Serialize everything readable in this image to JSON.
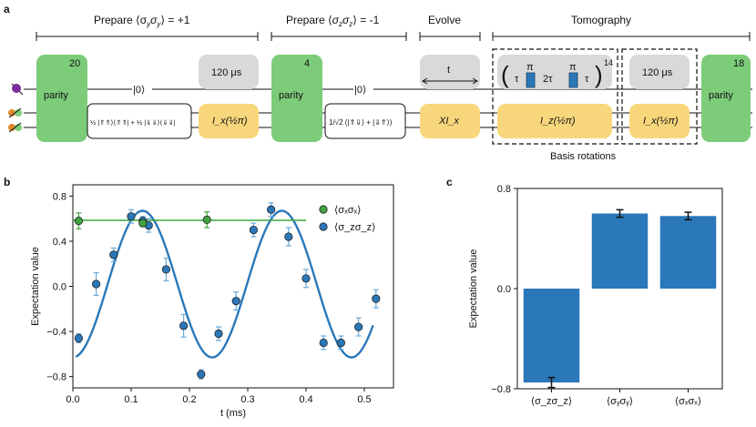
{
  "panel_labels": {
    "a": "a",
    "b": "b",
    "c": "c"
  },
  "sections": {
    "prepare_yy": "Prepare ⟨σᵧσᵧ⟩ = +1",
    "prepare_zz": "Prepare ⟨σ_zσ_z⟩ = -1",
    "evolve": "Evolve",
    "tomography": "Tomography"
  },
  "circuit": {
    "parity_label": "parity",
    "parity_counts": [
      "20",
      "4",
      "18"
    ],
    "ket0": "|0⟩",
    "wait_120": "120 μs",
    "evolve_t": "t",
    "rot_ix": "I_x(½π)",
    "xi_x": "XI_x",
    "iz_rot": "I_z(½π)",
    "ix_rot": "I_x(½π)",
    "prep_state_1": "½ |⇑⇑⟩⟨⇑⇑| + ½ |⇓⇓⟩⟨⇓⇓|",
    "prep_state_2": "1/√2 (|⇑⇓⟩ + |⇓⇑⟩)",
    "tomo_tau": "τ",
    "tomo_2tau": "2τ",
    "tomo_pi": "π",
    "tomo_repeat": "14",
    "basis_rotations": "Basis rotations"
  },
  "colors": {
    "green": "#7dcc7a",
    "yellow": "#f8d77c",
    "gray": "#d9d9d9",
    "blue": "#2a78b9",
    "dark_blue_edge": "#1c3f63",
    "green_line": "#3aa83a",
    "green_marker": "#41a33f",
    "errbar_blue": "#6aaad8",
    "purple": "#7b2f9a",
    "orange": "#e08a2f"
  },
  "chart_data": [
    {
      "type": "scatter",
      "panel": "b",
      "xlabel": "t (ms)",
      "ylabel": "Expectation value",
      "xlim": [
        0,
        0.55
      ],
      "ylim": [
        -0.9,
        0.9
      ],
      "xticks": [
        0.0,
        0.1,
        0.2,
        0.3,
        0.4,
        0.5
      ],
      "xtick_labels": [
        "0.0",
        "0.1",
        "0.2",
        "0.3",
        "0.4",
        "0.5"
      ],
      "yticks": [
        -0.8,
        -0.4,
        0.0,
        0.4,
        0.8
      ],
      "ytick_labels": [
        "−0.8",
        "−0.4",
        "0.0",
        "0.4",
        "0.8"
      ],
      "legend_position": "upper-right",
      "series": [
        {
          "name": "⟨σₓσₓ⟩",
          "color": "#41a33f",
          "x": [
            0.01,
            0.12,
            0.23
          ],
          "y": [
            0.58,
            0.56,
            0.59
          ],
          "err": [
            0.07,
            0.03,
            0.07
          ],
          "fit_line": {
            "x": [
              0.0,
              0.4
            ],
            "y": [
              0.585,
              0.585
            ]
          }
        },
        {
          "name": "⟨σ_zσ_z⟩",
          "color": "#2a78b9",
          "x": [
            0.01,
            0.04,
            0.07,
            0.1,
            0.12,
            0.13,
            0.16,
            0.19,
            0.22,
            0.25,
            0.28,
            0.31,
            0.34,
            0.37,
            0.4,
            0.43,
            0.46,
            0.49,
            0.52
          ],
          "y": [
            -0.46,
            0.02,
            0.28,
            0.62,
            0.58,
            0.54,
            0.15,
            -0.35,
            -0.78,
            -0.42,
            -0.13,
            0.5,
            0.68,
            0.44,
            0.07,
            -0.5,
            -0.5,
            -0.36,
            -0.11
          ],
          "err": [
            0.04,
            0.1,
            0.06,
            0.06,
            0.04,
            0.06,
            0.1,
            0.1,
            0.04,
            0.06,
            0.08,
            0.06,
            0.06,
            0.08,
            0.08,
            0.06,
            0.06,
            0.08,
            0.08
          ],
          "fit_curve": {
            "model": "cosine",
            "amplitude": -0.65,
            "period": 0.239,
            "t0": 0.0,
            "offset": 0.02
          }
        }
      ]
    },
    {
      "type": "bar",
      "panel": "c",
      "ylabel": "Expectation value",
      "ylim": [
        -0.8,
        0.8
      ],
      "yticks": [
        -0.8,
        0.0,
        0.8
      ],
      "ytick_labels": [
        "−0.8",
        "0.0",
        "0.8"
      ],
      "categories": [
        "⟨σ_zσ_z⟩",
        "⟨σᵧσᵧ⟩",
        "⟨σₓσₓ⟩"
      ],
      "values": [
        -0.75,
        0.6,
        0.58
      ],
      "errors": [
        0.04,
        0.03,
        0.03
      ],
      "color": "#2a78b9"
    }
  ]
}
